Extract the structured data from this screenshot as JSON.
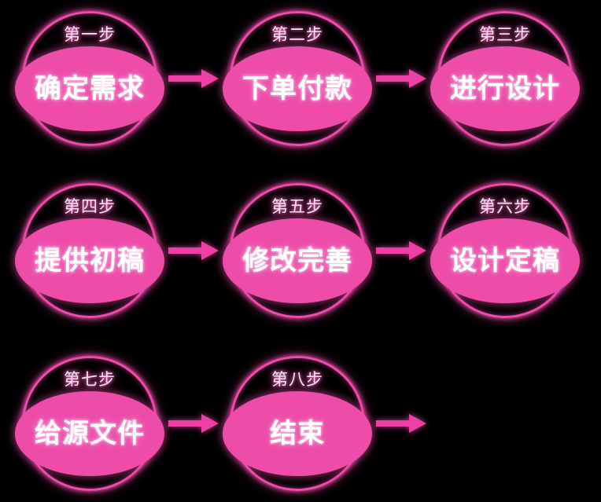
{
  "theme": {
    "background": "#000000",
    "accent_pink": "#ee4baa",
    "pill_pink": "#ed4da9",
    "text_white": "#ffffff",
    "index_label_color": "#ffe8f6"
  },
  "diagram": {
    "title": "",
    "arrow_icon": "arrow-right-icon",
    "rows": [
      {
        "steps": [
          {
            "index_label": "第一步",
            "text": "确定需求"
          },
          {
            "index_label": "第二步",
            "text": "下单付款"
          },
          {
            "index_label": "第三步",
            "text": "进行设计"
          }
        ]
      },
      {
        "steps": [
          {
            "index_label": "第四步",
            "text": "提供初稿"
          },
          {
            "index_label": "第五步",
            "text": "修改完善"
          },
          {
            "index_label": "第六步",
            "text": "设计定稿"
          }
        ]
      },
      {
        "steps": [
          {
            "index_label": "第七步",
            "text": "给源文件"
          },
          {
            "index_label": "第八步",
            "text": "结束"
          }
        ]
      }
    ]
  }
}
